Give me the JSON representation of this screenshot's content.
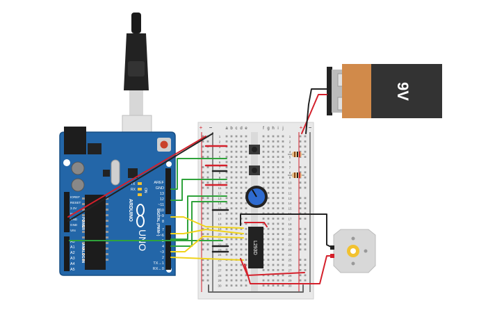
{
  "battery": {
    "label": "9V",
    "colors": {
      "body": "#333333",
      "band": "#d18a4a",
      "cap": "#bbbbbb"
    }
  },
  "arduino": {
    "brand": "ARDUINO",
    "model": "UNO",
    "header_power": "POWER",
    "header_analog": "ANALOG IN",
    "header_digital": "DIGITAL (PWM~)",
    "power_pins": [
      "IOREF",
      "RESET",
      "3.3V",
      "5V",
      "GND",
      "GND",
      "VIN"
    ],
    "analog_pins": [
      "A0",
      "A1",
      "A2",
      "A3",
      "A4",
      "A5"
    ],
    "digital_top": [
      "AREF",
      "GND",
      "13",
      "12",
      "~11",
      "~10",
      "~9",
      "8"
    ],
    "digital_bottom": [
      "7",
      "~6",
      "~5",
      "4",
      "~3",
      "2",
      "TX→1",
      "RX←0"
    ],
    "led_labels": [
      "TX",
      "RX"
    ],
    "on_label": "ON",
    "colors": {
      "board": "#2366a8",
      "board_dark": "#174e84"
    }
  },
  "breadboard": {
    "columns_left": [
      "a",
      "b",
      "c",
      "d",
      "e"
    ],
    "columns_right": [
      "f",
      "g",
      "h",
      "i",
      "j"
    ],
    "rows": [
      "1",
      "2",
      "3",
      "4",
      "5",
      "6",
      "7",
      "8",
      "9",
      "10",
      "11",
      "12",
      "13",
      "14",
      "15",
      "16",
      "17",
      "18",
      "19",
      "20",
      "21",
      "22",
      "23",
      "24",
      "25",
      "26",
      "27",
      "28",
      "29",
      "30"
    ],
    "rail_plus": "+",
    "rail_minus": "−"
  },
  "chip": {
    "label": "L293D"
  },
  "wire_colors": {
    "red": "#d4202b",
    "black": "#222222",
    "green": "#2fa33b",
    "yellow": "#f0d319",
    "gray": "#666666"
  }
}
